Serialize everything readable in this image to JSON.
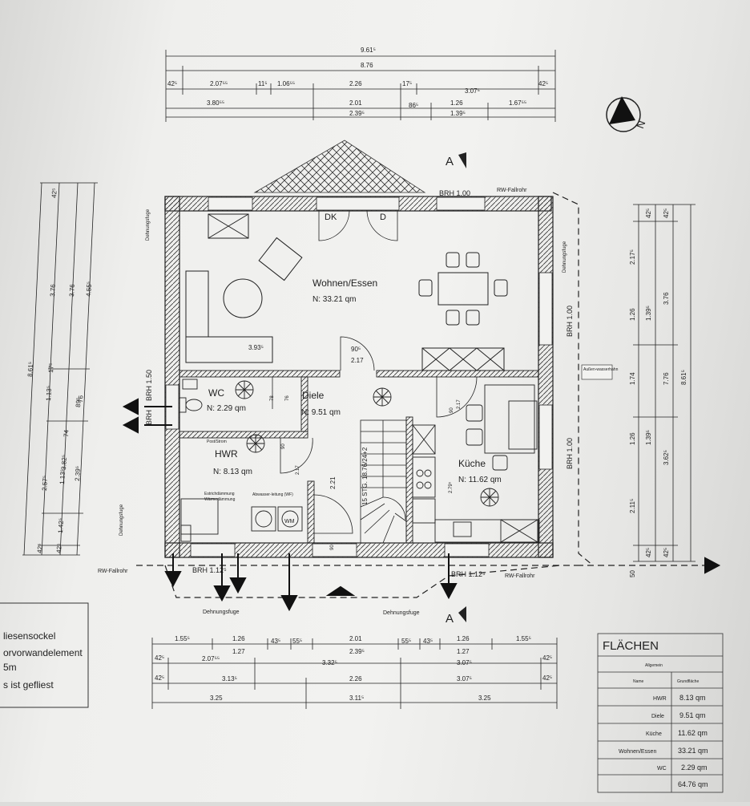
{
  "compass": {
    "label": "N"
  },
  "section_marks": {
    "top": "A",
    "bottom": "A"
  },
  "dims_top": {
    "row1": [
      "9.61⁵"
    ],
    "row2": [
      "8.76"
    ],
    "row3": [
      "42⁵",
      "2.07⁵⁵",
      "11⁵",
      "1.06⁵⁵",
      "2.26",
      "17⁵",
      "3.07⁵",
      "42⁵"
    ],
    "row4": [
      "3.80⁵⁵",
      "2.01",
      "2.39⁵",
      "86⁵",
      "1.26",
      "1.39⁵",
      "1.67⁵⁵"
    ]
  },
  "dims_bottom": {
    "row1": [
      "1.55⁵",
      "1.26",
      "1.27",
      "43⁵",
      "55⁵",
      "2.01",
      "2.39⁵",
      "55⁵",
      "43⁵",
      "1.26",
      "1.27",
      "1.55⁵"
    ],
    "row2": [
      "42⁵",
      "2.07⁵⁵",
      "3.32⁵",
      "3.07⁵",
      "42⁵"
    ],
    "row3": [
      "42⁵",
      "3.13⁵",
      "2.26",
      "3.07⁵",
      "42⁵"
    ],
    "row4": [
      "3.25",
      "3.11⁵",
      "3.25"
    ]
  },
  "dims_left": [
    "42⁵",
    "3.76",
    "3.76",
    "4.55⁵",
    "8.61⁵",
    "1.13⁵",
    "17⁵",
    "74",
    "76",
    "89⁵",
    "3.82⁵",
    "2.57⁵",
    "1.13⁵",
    "2.39⁵",
    "1.42⁵",
    "42⁵",
    "42⁵"
  ],
  "dims_right": [
    "42⁵",
    "42⁵",
    "2.17⁵",
    "1.26",
    "1.39⁵",
    "3.76",
    "1.74",
    "7.76",
    "8.61⁵",
    "1.26",
    "1.39⁵",
    "3.62⁵",
    "2.11⁵",
    "42⁵",
    "42⁵",
    "50"
  ],
  "rooms": {
    "wohnen": {
      "name": "Wohnen/Essen",
      "area": "N: 33.21 qm"
    },
    "wc": {
      "name": "WC",
      "area": "N: 2.29 qm"
    },
    "diele": {
      "name": "Diele",
      "area": "N: 9.51 qm"
    },
    "hwr": {
      "name": "HWR",
      "area": "N: 8.13 qm"
    },
    "kueche": {
      "name": "Küche",
      "area": "N: 11.62 qm"
    }
  },
  "doors": {
    "dk": "DK",
    "d": "D"
  },
  "annotations": {
    "brh_top": "BRH 1.00",
    "brh_right1": "BRH 1.00",
    "brh_right2": "BRH 1.00",
    "brh_left": "BRH 1.50",
    "brh_left2": "BRH",
    "brh_bottom1": "BRH 1.12⁵",
    "brh_bottom2": "BRH 1.12⁵",
    "rw_top": "RW-Fallrohr",
    "rw_left": "RW-Fallrohr",
    "rw_right": "RW-Fallrohr",
    "dehnung1": "Dehnungsfuge",
    "dehnung2": "Dehnungsfuge",
    "dehnung3": "Dehnungsfuge",
    "dehnung4": "Dehnungsfuge",
    "dehnung5": "Dehnungsfuge",
    "aussen": "Außen-wasserhahn",
    "stairs": "15 STG. 18.76/24+2",
    "bank": "3.93⁵",
    "door_90a": "90⁵",
    "door_217a": "2.17",
    "wc_76": "76",
    "wc_78": "78",
    "hwr_90": "90",
    "hwr_217": "2.17",
    "diele_221": "2.21",
    "diele_90": "90",
    "kue_217": "2.17",
    "kue_90": "90",
    "kue_279": "2.79⁵",
    "wm": "WM",
    "post": "Post/Strom",
    "estrich": "Estrichdämmung",
    "abwasser": "Abwasser-leitung (WF)",
    "mm": "Wärmedämmung"
  },
  "legend": {
    "lines": [
      "liesensockel",
      "orvorwandelement",
      "5m",
      "s ist gefliest"
    ]
  },
  "flaechen": {
    "title": "FLÄCHEN",
    "subtitle": "Allgemein",
    "headers": [
      "Name",
      "Grundfläche"
    ],
    "rows": [
      {
        "name": "HWR",
        "value": "8.13 qm"
      },
      {
        "name": "Diele",
        "value": "9.51 qm"
      },
      {
        "name": "Küche",
        "value": "11.62 qm"
      },
      {
        "name": "Wohnen/Essen",
        "value": "33.21 qm"
      },
      {
        "name": "WC",
        "value": "2.29 qm"
      }
    ],
    "total": "64.76 qm"
  },
  "colors": {
    "ink": "#222222",
    "paper": "#f0f0ee"
  }
}
